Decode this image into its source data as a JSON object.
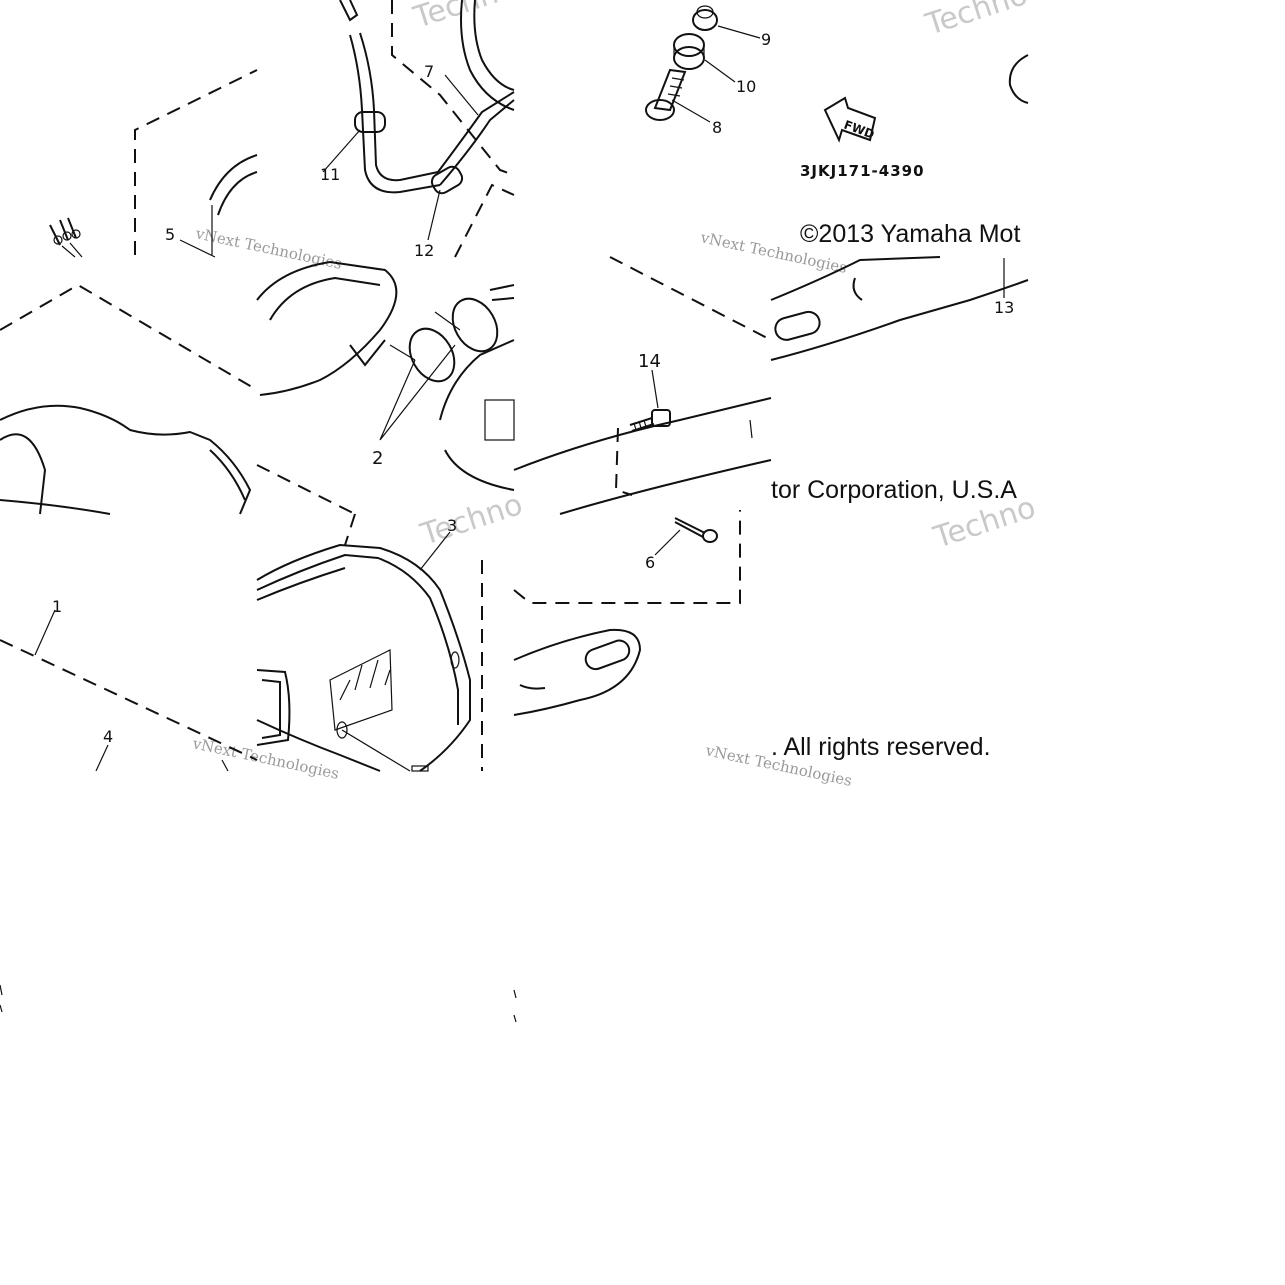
{
  "diagram": {
    "part_code": "3JKJ171-4390",
    "arrow_label": "FWD",
    "callouts": [
      "1",
      "2",
      "3",
      "4",
      "5",
      "6",
      "7",
      "8",
      "9",
      "10",
      "11",
      "12",
      "13",
      "14"
    ],
    "copyright_fragments": [
      "©2013 Yamaha Mot",
      "tor Corporation, U.S.A",
      ". All rights reserved."
    ],
    "watermark": {
      "large": "Techno",
      "small": "vNext Technologies"
    }
  }
}
